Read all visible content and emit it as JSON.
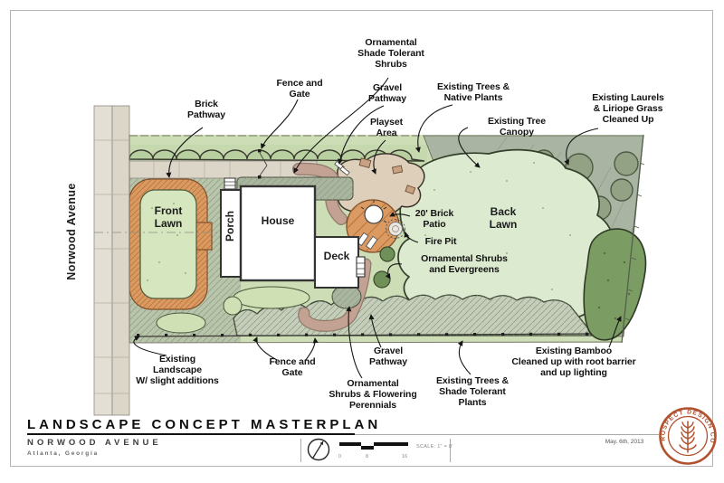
{
  "titleblock": {
    "title": "LANDSCAPE CONCEPT MASTERPLAN",
    "subtitle": "NORWOOD AVENUE",
    "location": "Atlanta, Georgia",
    "date": "May. 6th, 2013",
    "scale_label": "SCALE: 1\" = 8'",
    "scale_ticks": [
      "0",
      "8",
      "16"
    ],
    "logo_text": "PROSPECT DESIGN CO."
  },
  "plan": {
    "street": "Norwood Avenue",
    "front_lawn": "Front\nLawn",
    "porch": "Porch",
    "house": "House",
    "deck": "Deck",
    "back_lawn": "Back\nLawn"
  },
  "callouts": {
    "brick_pathway": "Brick\nPathway",
    "fence_gate_top": "Fence and\nGate",
    "ornamental_shade_shrubs": "Ornamental\nShade Tolerant\nShrubs",
    "gravel_pathway_top": "Gravel\nPathway",
    "playset_area": "Playset\nArea",
    "existing_trees_native": "Existing Trees &\nNative Plants",
    "existing_tree_canopy": "Existing Tree\nCanopy",
    "existing_laurels": "Existing Laurels\n& Liriope Grass\nCleaned Up",
    "brick_patio": "20' Brick\nPatio",
    "fire_pit": "Fire Pit",
    "ornamental_evergreens": "Ornamental Shrubs\nand Evergreens",
    "existing_landscape": "Existing\nLandscape\nW/ slight additions",
    "fence_gate_bottom": "Fence and\nGate",
    "gravel_pathway_bottom": "Gravel\nPathway",
    "ornamental_perennials": "Ornamental\nShrubs & Flowering\nPerennials",
    "existing_trees_shade": "Existing Trees &\nShade Tolerant\nPlants",
    "existing_bamboo": "Existing Bamboo\nCleaned up with root barrier\nand up lighting"
  },
  "colors": {
    "brick": "#db9a61",
    "front_lawn": "#d6e6bf",
    "back_lawn": "#dcead0",
    "canopy_gray": "#a9b4a2",
    "bamboo": "#7b9c63",
    "gravel": "#c3a193",
    "logo_rust": "#b1512e"
  }
}
